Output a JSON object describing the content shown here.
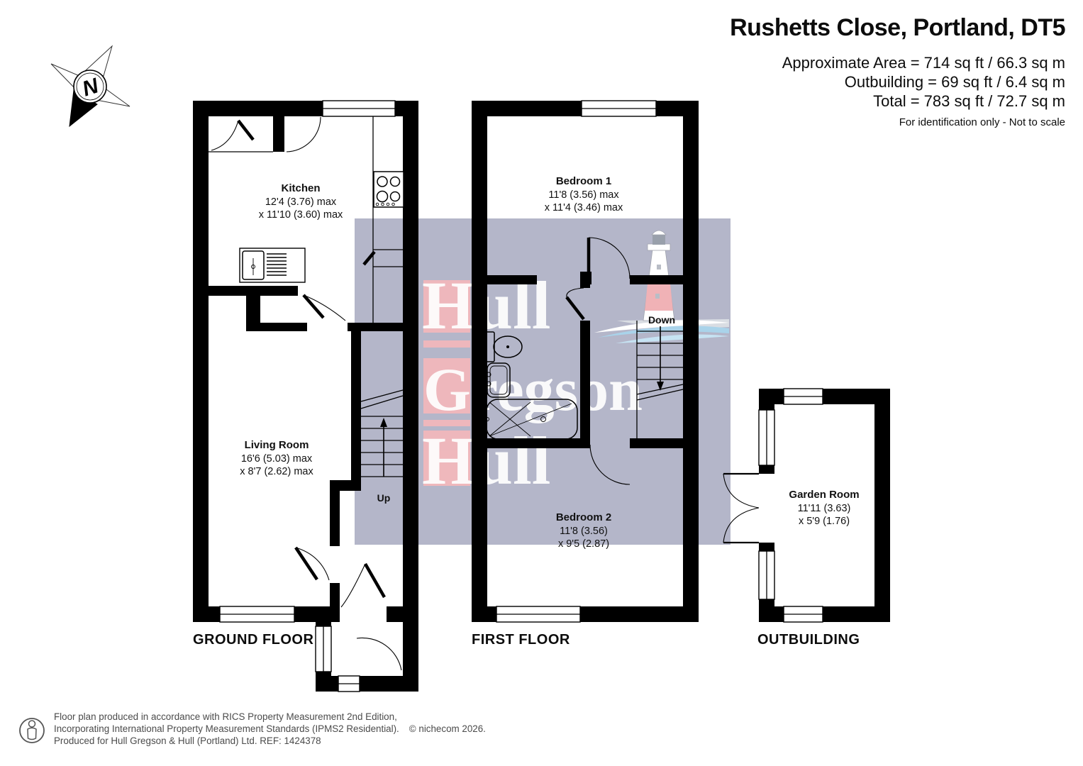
{
  "header": {
    "title": "Rushetts Close, Portland, DT5",
    "area_line1": "Approximate Area = 714 sq ft / 66.3 sq m",
    "area_line2": "Outbuilding = 69 sq ft / 6.4 sq m",
    "area_line3": "Total = 783 sq ft / 72.7 sq m",
    "note": "For identification only - Not to scale"
  },
  "compass": {
    "label": "N"
  },
  "watermark": {
    "word1": "Hull",
    "word2": "Gregson",
    "word3": "Hull",
    "lavender": "#b4b6c9",
    "pink": "#f2b8bc",
    "wave_blue": "#a9d3ea",
    "lighthouse_pink": "#f0b2b6"
  },
  "plan": {
    "ground": {
      "label": "GROUND FLOOR",
      "stairs_label": "Up",
      "kitchen": {
        "name": "Kitchen",
        "d1": "12'4 (3.76) max",
        "d2": "x 11'10 (3.60) max"
      },
      "living": {
        "name": "Living Room",
        "d1": "16'6 (5.03) max",
        "d2": "x 8'7 (2.62) max"
      }
    },
    "first": {
      "label": "FIRST FLOOR",
      "stairs_label": "Down",
      "bedroom1": {
        "name": "Bedroom 1",
        "d1": "11'8 (3.56) max",
        "d2": "x 11'4 (3.46) max"
      },
      "bedroom2": {
        "name": "Bedroom 2",
        "d1": "11'8 (3.56)",
        "d2": "x 9'5 (2.87)"
      }
    },
    "outbuilding": {
      "label": "OUTBUILDING",
      "garden": {
        "name": "Garden Room",
        "d1": "11'11 (3.63)",
        "d2": "x 5'9 (1.76)"
      }
    }
  },
  "icons": {
    "compass": "north-compass-icon",
    "lighthouse": "lighthouse-icon",
    "hob": "hob-icon",
    "sink": "kitchen-sink-icon",
    "toilet": "toilet-icon",
    "basin": "basin-icon",
    "bath": "bath-icon",
    "person": "person-icon"
  },
  "colors": {
    "wall": "#000000",
    "background": "#ffffff",
    "footer_text": "#4b4b4b"
  },
  "footer": {
    "line1": "Floor plan produced in accordance with RICS Property Measurement 2nd Edition,",
    "line2": "Incorporating International Property Measurement Standards (IPMS2 Residential).",
    "copyright": "© nichecom 2026.",
    "line3": "Produced for Hull Gregson & Hull (Portland) Ltd.   REF: 1424378"
  }
}
